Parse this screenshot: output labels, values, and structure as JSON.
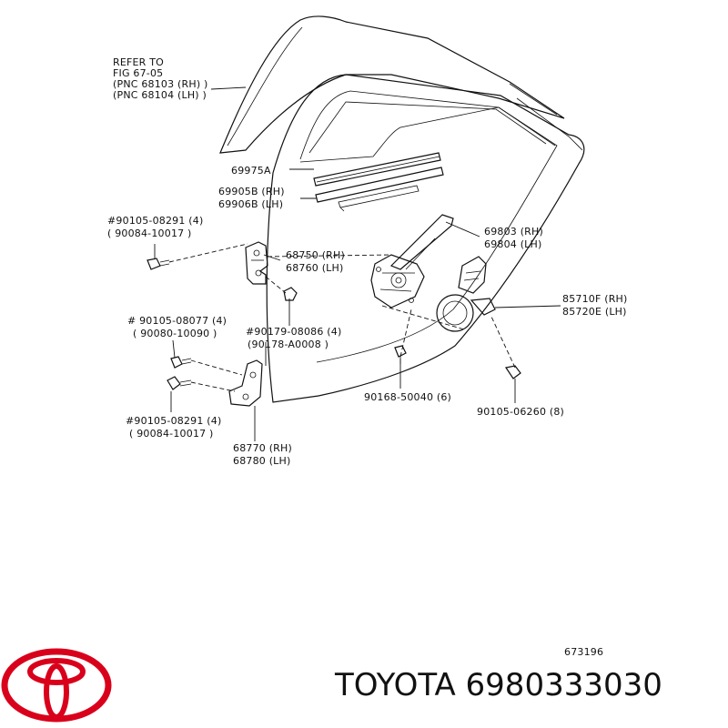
{
  "labels": {
    "refer": [
      "REFER TO",
      "FIG 67-05",
      "(PNC 68103 (RH) )",
      "(PNC 68104 (LH) )"
    ],
    "p69975A": "69975A",
    "p69905B": "69905B (RH)",
    "p69906B": "69906B (LH)",
    "p90105_08291_top": "#90105-08291 (4)",
    "p90084_10017_top": "( 90084-10017 )",
    "p68750": "68750 (RH)",
    "p68760": "68760 (LH)",
    "p69803": "69803 (RH)",
    "p69804": "69804 (LH)",
    "p85710F": "85710F (RH)",
    "p85720E": "85720E (LH)",
    "p90105_08077": "# 90105-08077 (4)",
    "p90080_10090": "( 90080-10090 )",
    "p90179_08086": "#90179-08086 (4)",
    "p90178_A0008": "(90178-A0008 )",
    "p90168_50040": "90168-50040 (6)",
    "p90105_06260": "90105-06260 (8)",
    "p90105_08291_bot": "#90105-08291 (4)",
    "p90084_10017_bot": "( 90084-10017 )",
    "p68770": "68770 (RH)",
    "p68780": "68780 (LH)",
    "drawing_number": "673196"
  },
  "footer": {
    "brand": "TOYOTA",
    "part_number": "6980333030",
    "logo": "toyota-logo",
    "logo_color": "#d9001b"
  }
}
